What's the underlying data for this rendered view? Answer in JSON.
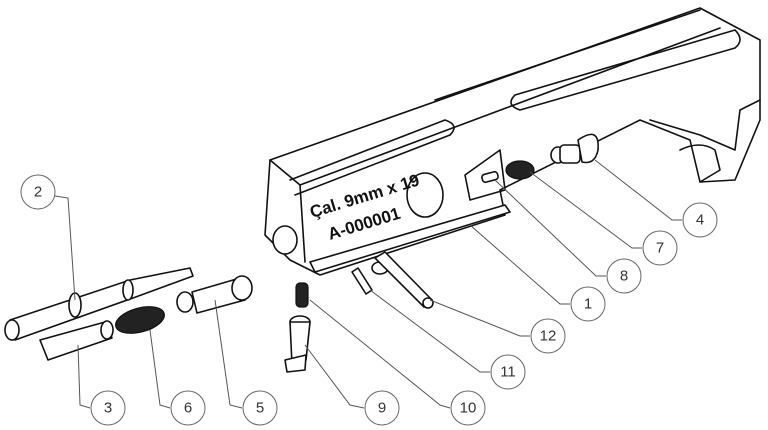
{
  "diagram": {
    "engraving": {
      "line1": "Çal. 9mm x 19",
      "line2": "A-000001"
    },
    "callouts": [
      "1",
      "2",
      "3",
      "4",
      "5",
      "6",
      "7",
      "8",
      "9",
      "10",
      "11",
      "12"
    ]
  }
}
